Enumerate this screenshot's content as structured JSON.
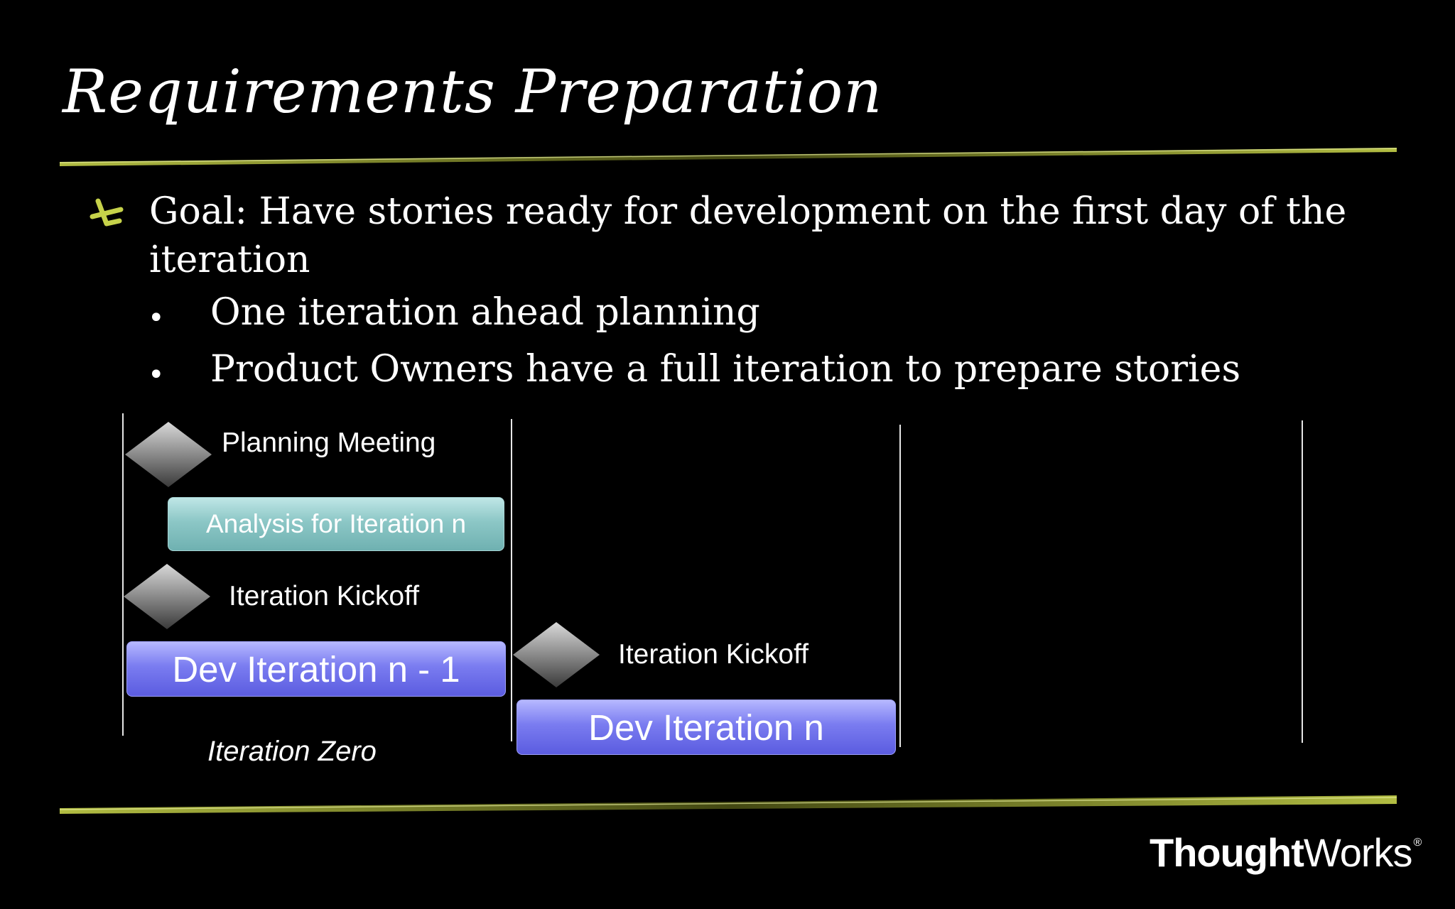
{
  "slide": {
    "title": "Requirements Preparation",
    "goal": "Goal: Have stories ready for development on the first day of the iteration",
    "sub_bullets": [
      "One iteration ahead planning",
      "Product Owners have a full iteration to prepare stories"
    ]
  },
  "timeline": {
    "planning_meeting": "Planning Meeting",
    "analysis_bar": "Analysis for Iteration n",
    "kickoff_1": "Iteration Kickoff",
    "dev_bar_1": "Dev Iteration n - 1",
    "kickoff_2": "Iteration Kickoff",
    "dev_bar_2": "Dev Iteration n",
    "iteration_zero": "Iteration Zero"
  },
  "logo": {
    "bold": "Thought",
    "regular": "Works",
    "mark": "®"
  },
  "colors": {
    "background": "#000000",
    "rule_accent": "#c6d24a",
    "analysis_bar": "#8cc7c6",
    "dev_bar": "#6d6ff0"
  }
}
